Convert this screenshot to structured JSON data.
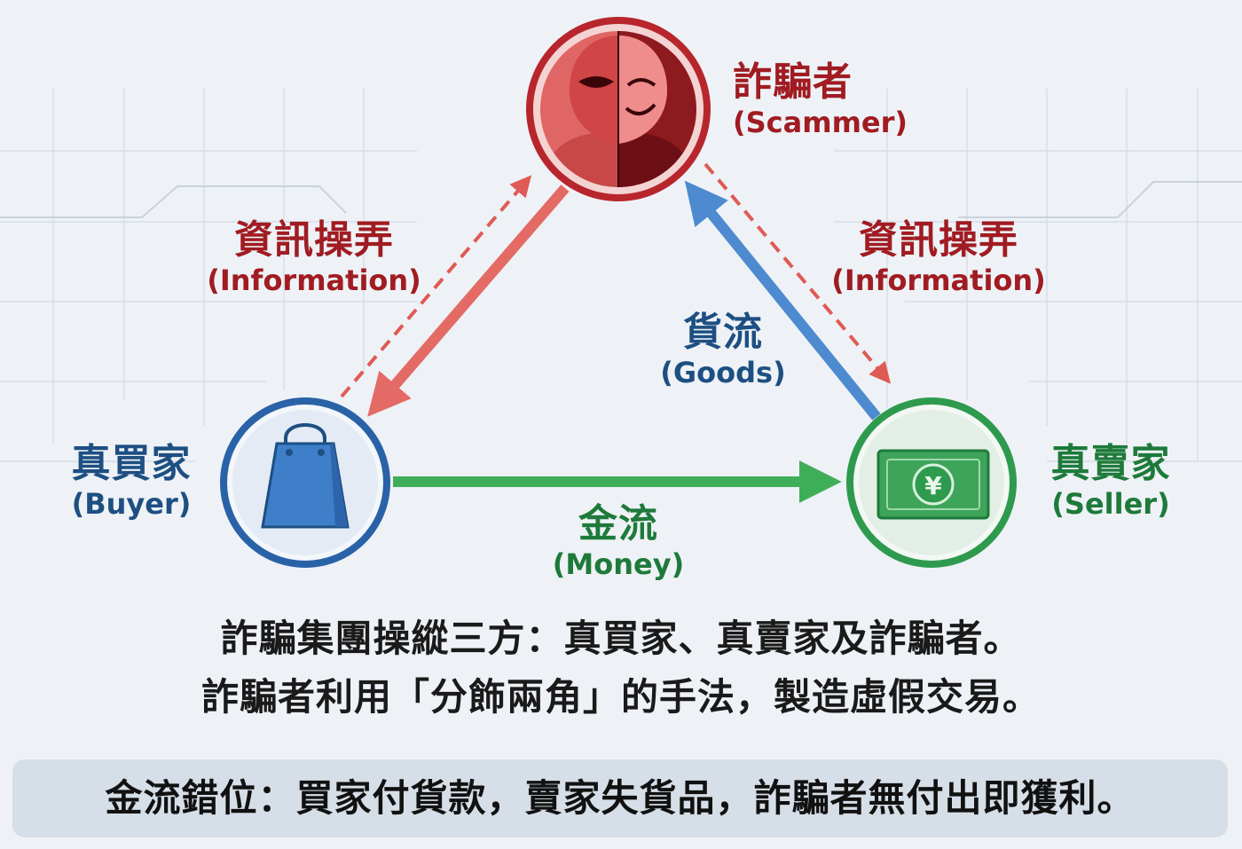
{
  "nodes": {
    "scammer": {
      "zh": "詐騙者",
      "en": "(Scammer)",
      "color": "#b8262d"
    },
    "buyer": {
      "zh": "真買家",
      "en": "(Buyer)",
      "color": "#2a62a8"
    },
    "seller": {
      "zh": "真賣家",
      "en": "(Seller)",
      "color": "#2e9a4e"
    }
  },
  "flows": {
    "info_left": {
      "zh": "資訊操弄",
      "en": "(Information)"
    },
    "info_right": {
      "zh": "資訊操弄",
      "en": "(Information)"
    },
    "goods": {
      "zh": "貨流",
      "en": "(Goods)"
    },
    "money": {
      "zh": "金流",
      "en": "(Money)"
    }
  },
  "summary": {
    "line1": "詐騙集團操縱三方：真買家、真賣家及詐騙者。",
    "line2": "詐騙者利用「分飾兩角」的手法，製造虛假交易。"
  },
  "note": "金流錯位：買家付貨款，賣家失貨品，詐騙者無付出即獲利。",
  "icons": {
    "scammer": "two-faced-mask-icon",
    "buyer": "shopping-bag-icon",
    "seller": "yen-banknote-icon"
  }
}
